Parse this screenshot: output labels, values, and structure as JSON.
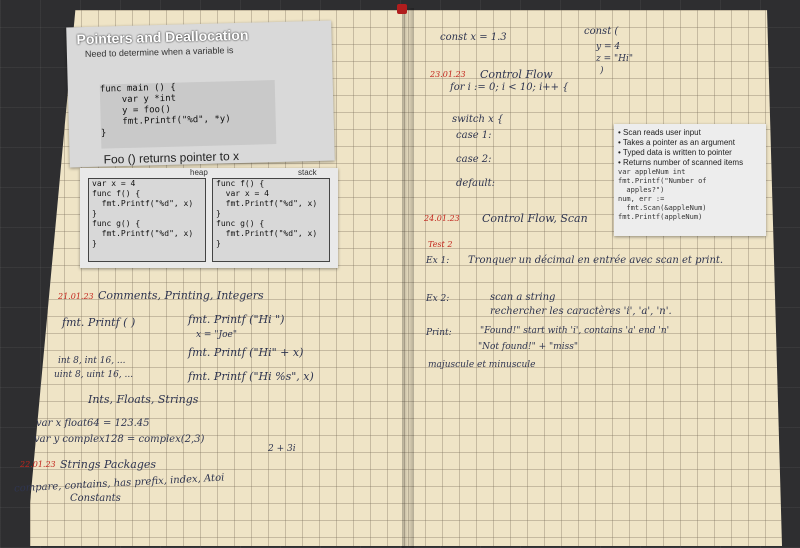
{
  "left_page": {
    "printout_top": {
      "title": "Pointers and Deallocation",
      "subtitle": "Need to determine when a variable is",
      "code": [
        "func main () {",
        "    var y *int",
        "    y = foo()",
        "    fmt.Printf(\"%d\", *y)",
        "}"
      ],
      "caption": "Foo () returns pointer to x"
    },
    "printout_stack": {
      "label_heap": "heap",
      "label_stack": "stack",
      "col_left": [
        "var x = 4",
        "func f() {",
        "  fmt.Printf(\"%d\", x)",
        "}",
        "func g() {",
        "  fmt.Printf(\"%d\", x)",
        "}"
      ],
      "col_right": [
        "func f() {",
        "  var x = 4",
        "  fmt.Printf(\"%d\", x)",
        "}",
        "func g() {",
        "  fmt.Printf(\"%d\", x)",
        "}"
      ]
    },
    "notes": {
      "date1": "21.01.23",
      "heading1": "Comments, Printing, Integers",
      "printf": "fmt. Printf ( )",
      "printf_ex1": "fmt. Printf (\"Hi \")",
      "printf_ex2": "x = \"Joe\"",
      "printf_ex3": "fmt. Printf (\"Hi\" + x)",
      "printf_ex4": "fmt. Printf (\"Hi %s\", x)",
      "ints1": "int 8, int 16, ...",
      "ints2": "uint 8, uint 16, ...",
      "heading2": "Ints, Floats, Strings",
      "float1": "var x float64 = 123.45",
      "float2": "var y complex128 = complex(2,3)",
      "complex_note": "2 + 3i",
      "date2": "22.01.23",
      "heading3": "Strings Packages",
      "pkg1": "compare, contains, has prefix, index, Atoi",
      "pkg2": "Constants"
    }
  },
  "right_page": {
    "top1": "const x = 1.3",
    "top2": "const (",
    "top3": "y = 4",
    "top4": "z = \"Hi\"",
    "top5": ")",
    "date3": "23.01.23",
    "heading4": "Control Flow",
    "for_line": "for i := 0; i < 10; i++ {",
    "switch": "switch x {",
    "case1": "case 1:",
    "case2": "case 2:",
    "default": "default:",
    "date4": "24.01.23",
    "heading5": "Control Flow, Scan",
    "test_label": "Test 2",
    "ex1_label": "Ex 1:",
    "ex1": "Tronquer un décimal en entrée avec scan et print.",
    "ex2_label": "Ex 2:",
    "ex2": "scan a string",
    "ex2b": "rechercher les caractères 'i', 'a', 'n'.",
    "print_label": "Print:",
    "print_text": "\"Found!\" start with 'i', contains 'a' end 'n'",
    "print_text2": "\"Not found!\" + \"miss\"",
    "case_note": "majuscule et minuscule",
    "printout_scan": {
      "bullets": [
        "Scan reads user input",
        "Takes a pointer as an argument",
        "Typed data is written to pointer",
        "Returns number of scanned items"
      ],
      "code": [
        "var appleNum int",
        "",
        "fmt.Printf(\"Number of",
        "  apples?\")",
        "num, err :=",
        "  fmt.Scan(&appleNum)",
        "fmt.Printf(appleNum)"
      ]
    }
  }
}
